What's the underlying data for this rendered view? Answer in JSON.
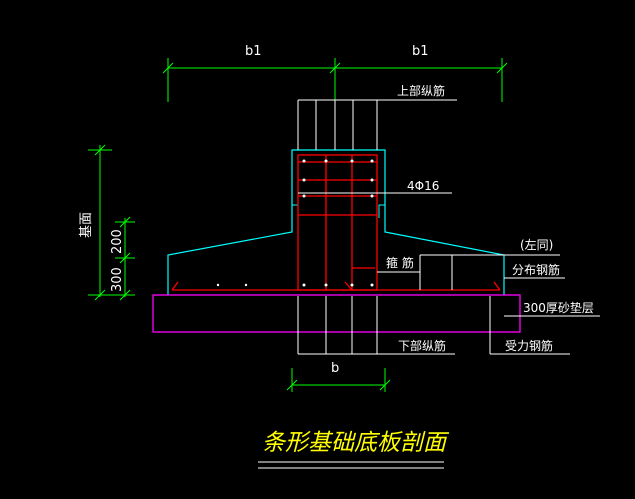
{
  "drawing": {
    "title": "条形基础底板剖面",
    "dims": {
      "b1_left": "b1",
      "b1_right": "b1",
      "b": "b",
      "ji_mian": "基面",
      "d200": "200",
      "d300": "300"
    },
    "labels": {
      "top_bars": "上部纵筋",
      "column_bars": "4Φ16",
      "stirrup": "箍 筋",
      "same_left": "(左同)",
      "distribution_bars": "分布钢筋",
      "cushion": "300厚砂垫层",
      "bottom_bars": "下部纵筋",
      "main_bars": "受力钢筋"
    }
  },
  "colors": {
    "background": "#000000",
    "dimension": "#00ff00",
    "concrete_outline": "#00ffff",
    "rebar": "#ff0000",
    "cushion": "#ff00ff",
    "leader": "#ffffff",
    "title": "#ffff00"
  }
}
